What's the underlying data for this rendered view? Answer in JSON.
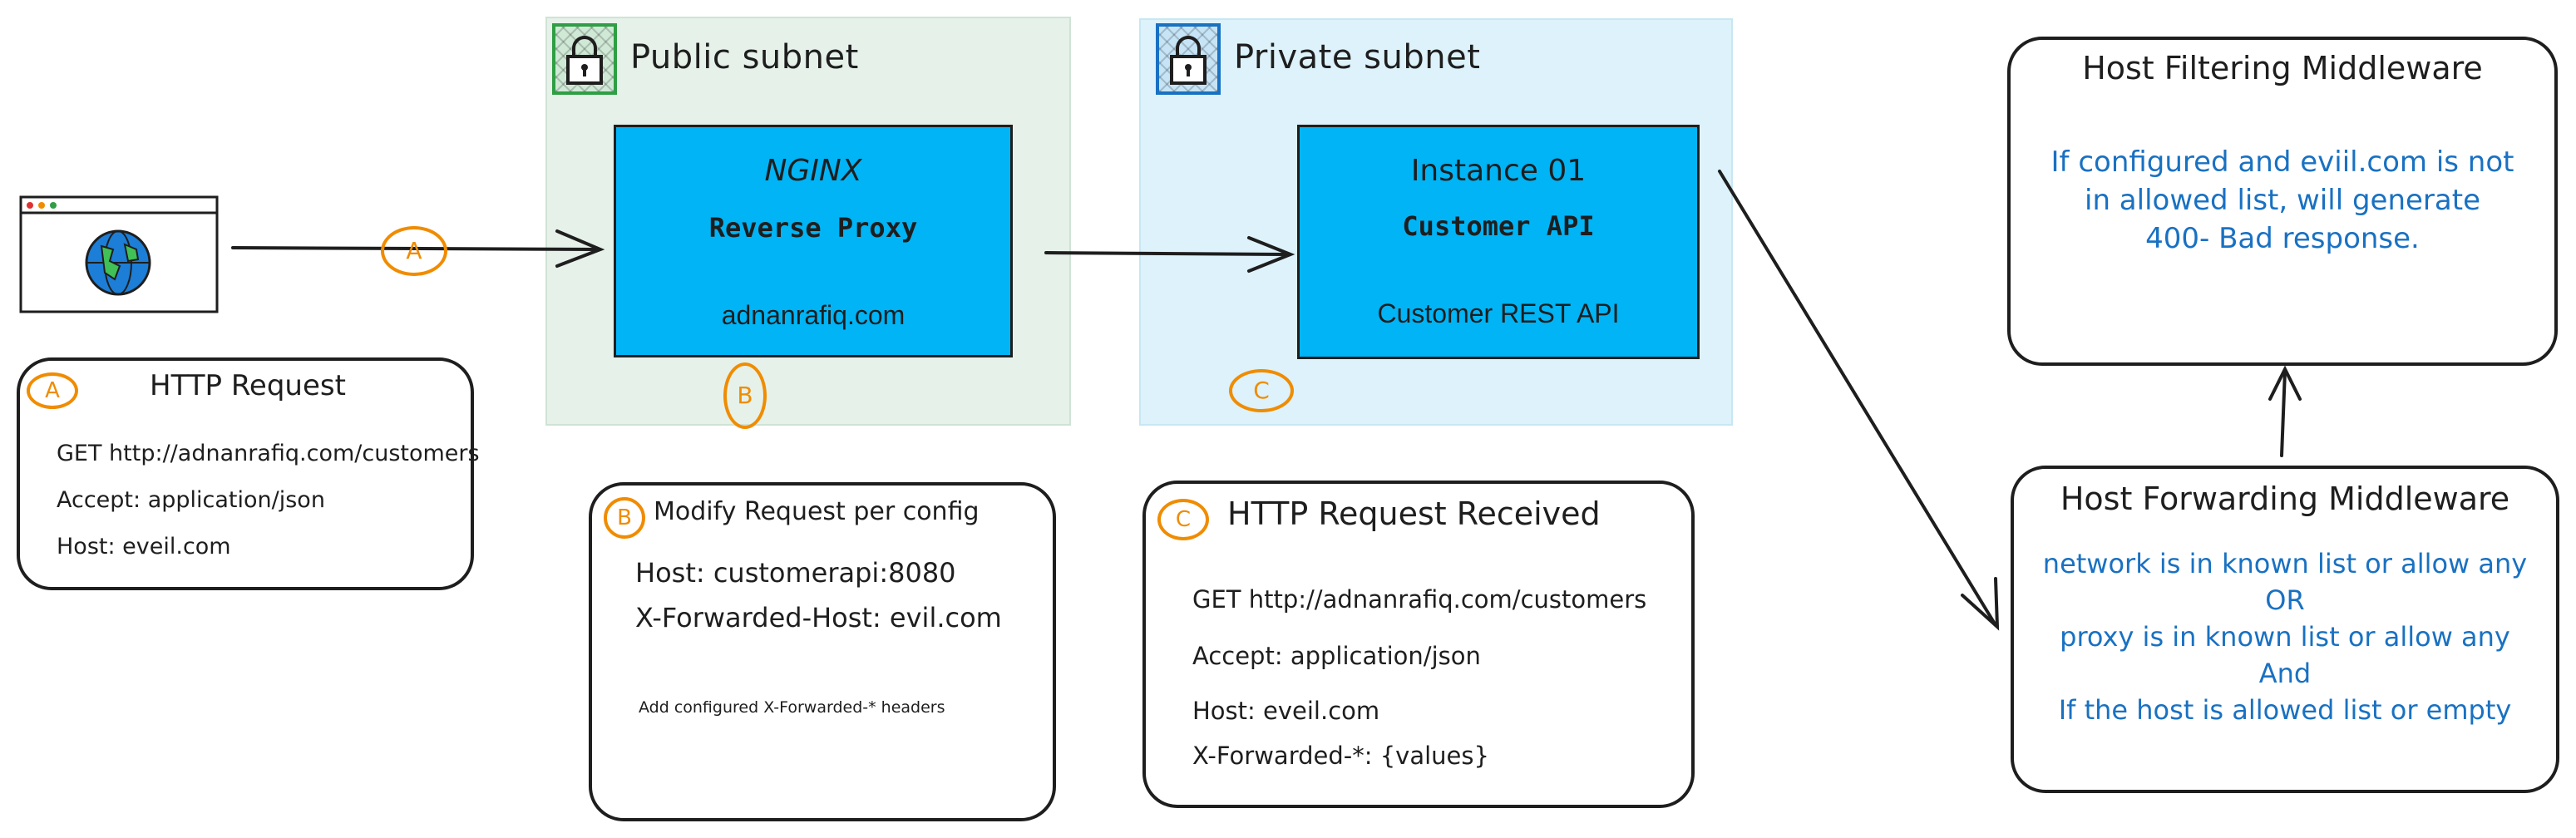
{
  "public_subnet": {
    "title": "Public subnet",
    "service": {
      "name": "NGINX",
      "role": "Reverse Proxy",
      "host": "adnanrafiq.com"
    },
    "marker": "B"
  },
  "private_subnet": {
    "title": "Private subnet",
    "service": {
      "name": "Instance 01",
      "role": "Customer API",
      "detail": "Customer REST API"
    },
    "marker": "C"
  },
  "client": {
    "icon": "browser-globe-icon",
    "marker": "A"
  },
  "note_a": {
    "marker": "A",
    "title": "HTTP Request",
    "lines": [
      "GET http://adnanrafiq.com/customers",
      "Accept: application/json",
      "Host: eveil.com"
    ]
  },
  "note_b": {
    "marker": "B",
    "title": "Modify Request per config",
    "lines": [
      "Host: customerapi:8080",
      "X-Forwarded-Host: evil.com"
    ],
    "footnote": "Add configured X-Forwarded-* headers"
  },
  "note_c": {
    "marker": "C",
    "title": "HTTP Request Received",
    "lines": [
      "GET http://adnanrafiq.com/customers",
      "Accept: application/json",
      "Host: eveil.com",
      "X-Forwarded-*: {values}"
    ]
  },
  "host_filtering": {
    "title": "Host Filtering Middleware",
    "lines": [
      "If configured and eviil.com is not",
      "in allowed list, will generate",
      "400- Bad response."
    ]
  },
  "host_forwarding": {
    "title": "Host Forwarding Middleware",
    "lines": [
      "network is in known list or allow any",
      "OR",
      "proxy is in known list or allow any",
      "And",
      "If the host is allowed list or empty"
    ]
  },
  "colors": {
    "service_fill": "#00b4f5",
    "marker": "#f08c00",
    "note_text_blue": "#1971c2",
    "public_subnet": "#e6f1ea",
    "private_subnet": "#ddf2fa"
  }
}
